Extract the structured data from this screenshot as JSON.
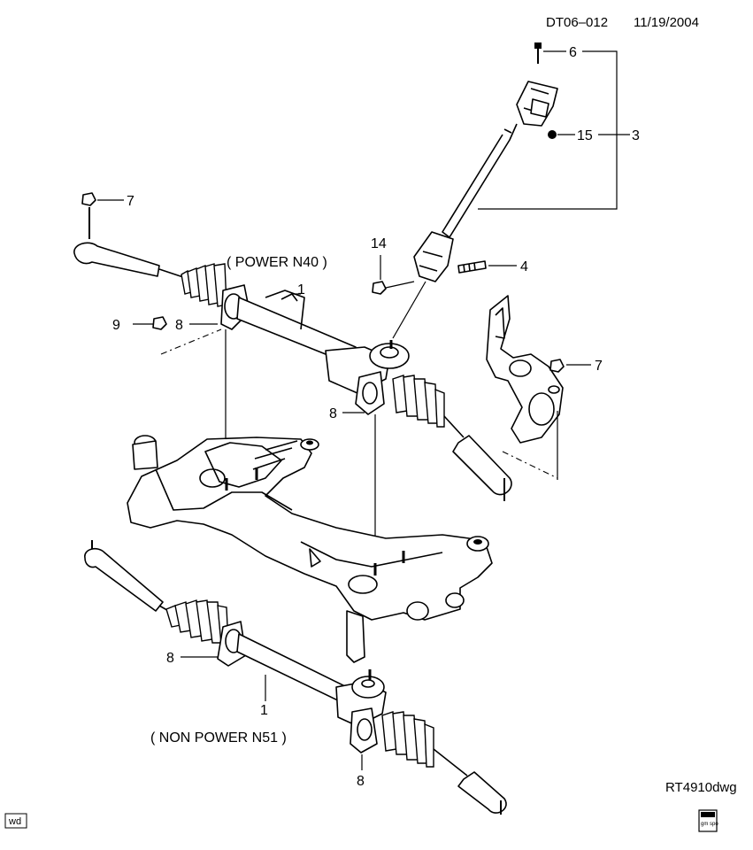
{
  "header": {
    "drawing_code": "DT06–012",
    "date": "11/19/2004"
  },
  "footer": {
    "drawing_id": "RT4910dwg",
    "badge_text": "wd",
    "logo_text": "gm spo"
  },
  "captions": {
    "power": "( POWER N40 )",
    "non_power": "( NON POWER N51 )"
  },
  "callouts": {
    "c6": "6",
    "c3": "3",
    "c15": "15",
    "c7_top": "7",
    "c14": "14",
    "c4": "4",
    "c1_power": "1",
    "c9": "9",
    "c8_left": "8",
    "c7_right": "7",
    "c8_mid": "8",
    "c8_lower": "8",
    "c1_nonpower": "1",
    "c8_bottom": "8"
  }
}
